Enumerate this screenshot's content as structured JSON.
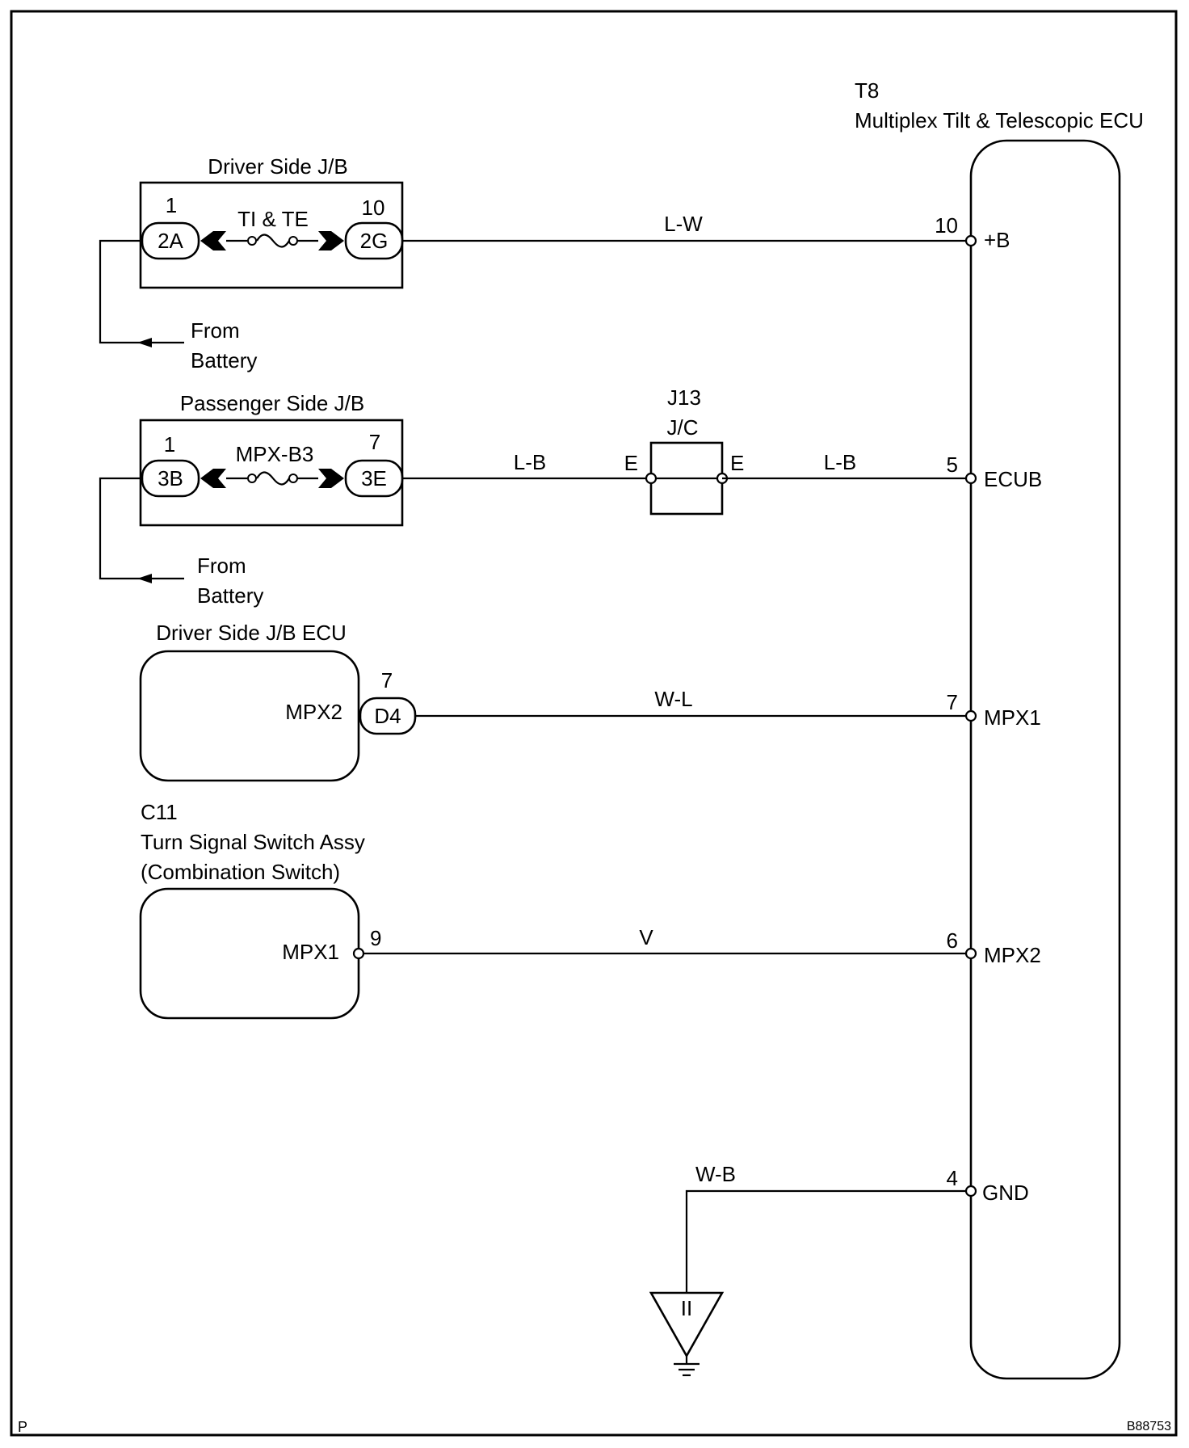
{
  "ecu": {
    "code": "T8",
    "name": "Multiplex Tilt & Telescopic ECU",
    "pins": [
      {
        "num": "10",
        "name": "+B"
      },
      {
        "num": "5",
        "name": "ECUB"
      },
      {
        "num": "7",
        "name": "MPX1"
      },
      {
        "num": "6",
        "name": "MPX2"
      },
      {
        "num": "4",
        "name": "GND"
      }
    ]
  },
  "driver_jb": {
    "title": "Driver Side J/B",
    "pin_left": "1",
    "pin_right": "10",
    "conn_left": "2A",
    "conn_right": "2G",
    "fuse": "TI & TE",
    "source": [
      "From",
      "Battery"
    ]
  },
  "passenger_jb": {
    "title": "Passenger Side J/B",
    "pin_left": "1",
    "pin_right": "7",
    "conn_left": "3B",
    "conn_right": "3E",
    "fuse": "MPX-B3",
    "source": [
      "From",
      "Battery"
    ]
  },
  "junction": {
    "code": "J13",
    "name": "J/C",
    "pin_left": "E",
    "pin_right": "E"
  },
  "driver_jb_ecu": {
    "title": "Driver Side J/B ECU",
    "terminal": "MPX2",
    "pin": "7",
    "conn": "D4"
  },
  "turn_switch": {
    "code": "C11",
    "name": "Turn Signal Switch Assy",
    "sub": "(Combination Switch)",
    "terminal": "MPX1",
    "pin": "9"
  },
  "wires": {
    "plus_b": "L-W",
    "ecub_left": "L-B",
    "ecub_right": "L-B",
    "mpx1": "W-L",
    "mpx2": "V",
    "gnd": "W-B"
  },
  "ground_label": "II",
  "corner_left": "P",
  "corner_right": "B88753"
}
